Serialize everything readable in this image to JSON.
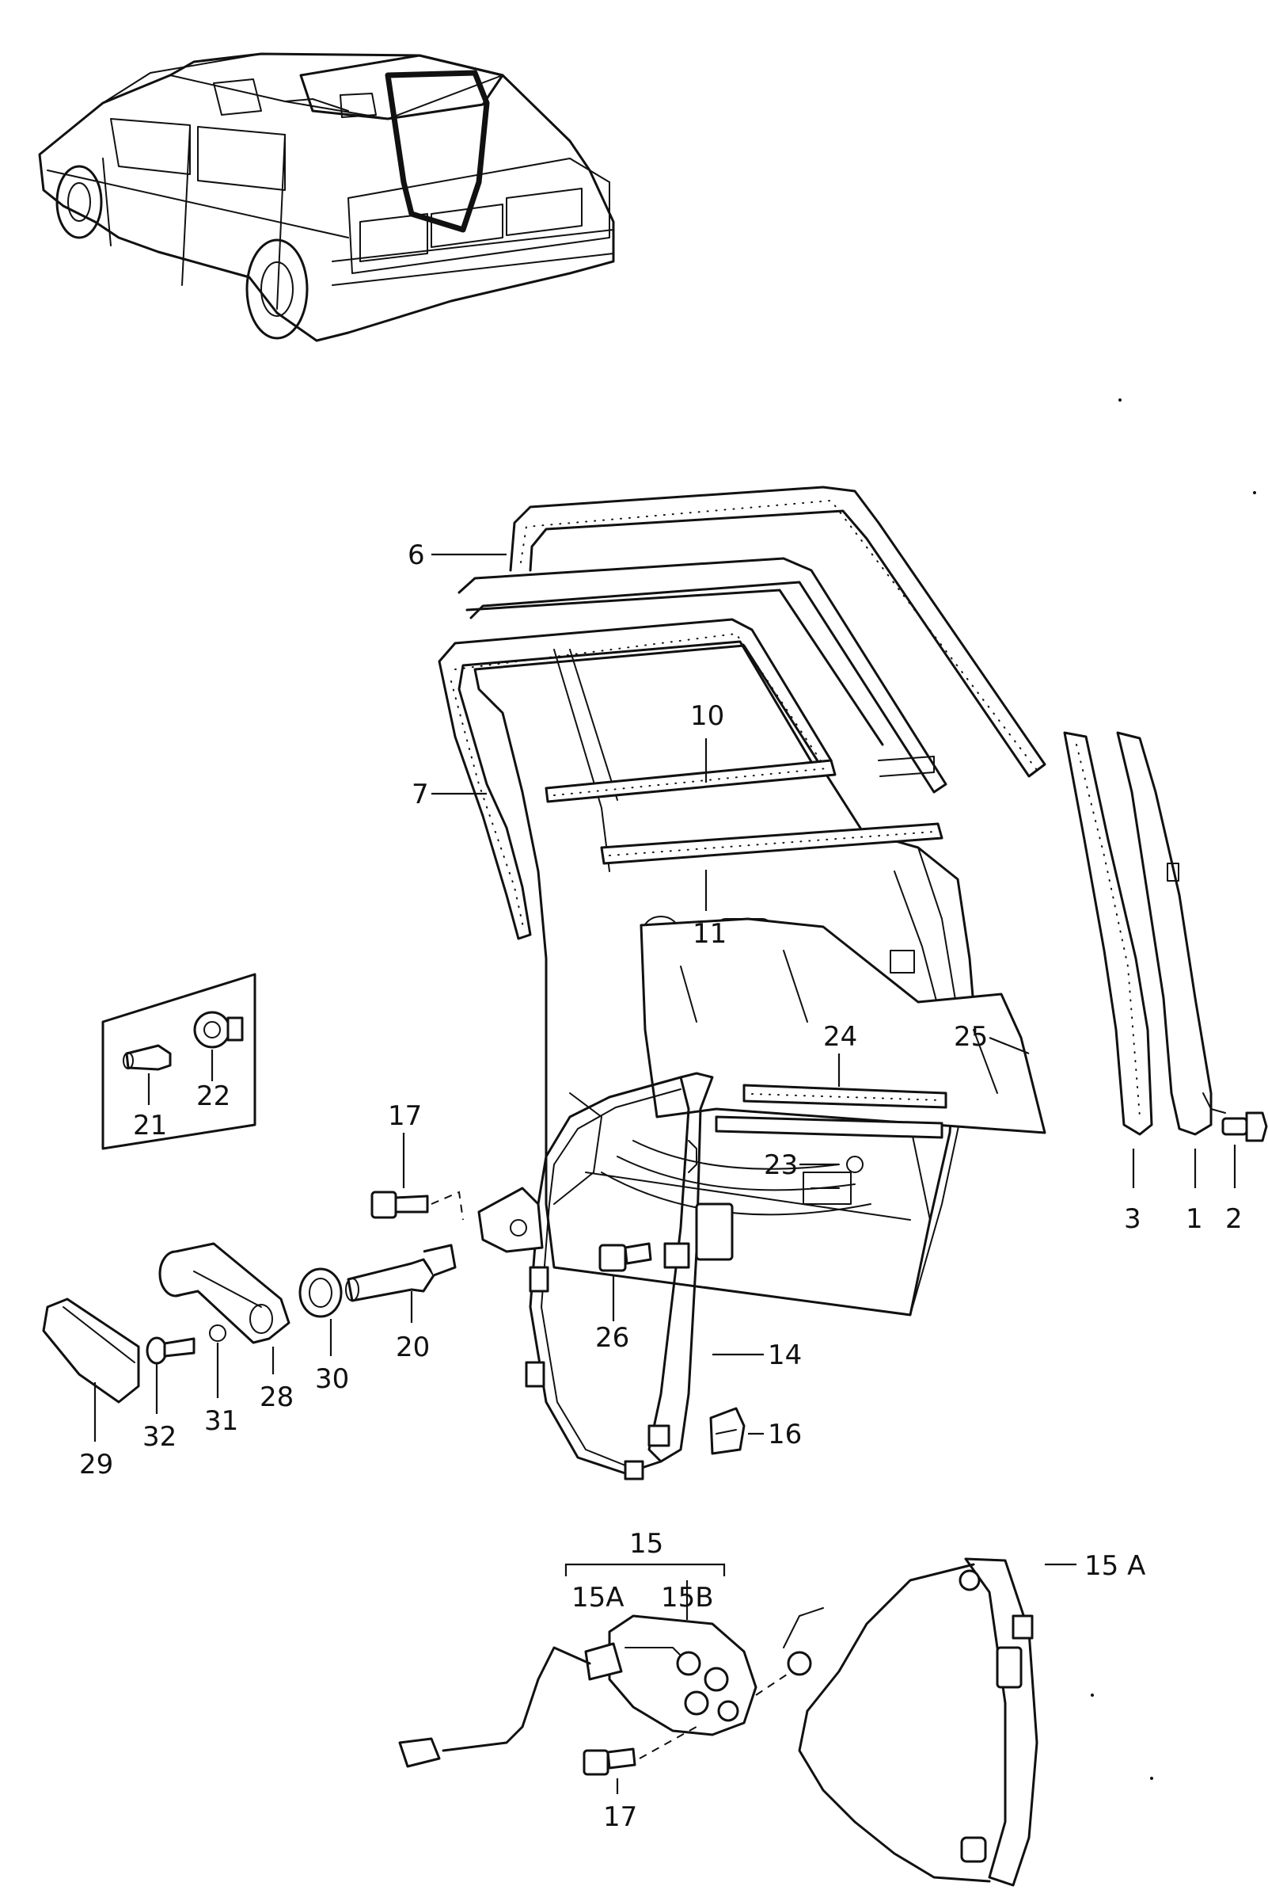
{
  "labels": {
    "p1": "1",
    "p2": "2",
    "p3": "3",
    "p6": "6",
    "p7": "7",
    "p10": "10",
    "p11": "11",
    "p14": "14",
    "p15": "15",
    "p15a_group": "15A",
    "p15b": "15B",
    "p15a_side": "15 A",
    "p16": "16",
    "p17_top": "17",
    "p17_bottom": "17",
    "p20": "20",
    "p21": "21",
    "p22": "22",
    "p23": "23",
    "p24": "24",
    "p25": "25",
    "p26": "26",
    "p28": "28",
    "p29": "29",
    "p30": "30",
    "p31": "31",
    "p32": "32"
  }
}
